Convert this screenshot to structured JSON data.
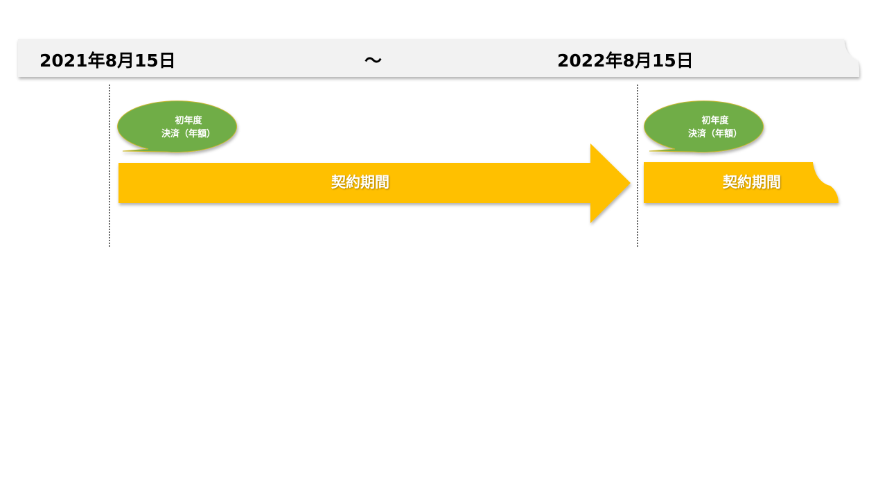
{
  "header": {
    "start_date": "2021年8月15日",
    "separator": "～",
    "end_date": "2022年8月15日"
  },
  "periods": [
    {
      "bubble_line1": "初年度",
      "bubble_line2": "決済（年額）",
      "label": "契約期間"
    },
    {
      "bubble_line1": "初年度",
      "bubble_line2": "決済（年額）",
      "label": "契約期間"
    }
  ],
  "colors": {
    "header_bg": "#f2f2f2",
    "arrow": "#ffc000",
    "bubble": "#70ad47",
    "bubble_border": "#c9b830"
  }
}
